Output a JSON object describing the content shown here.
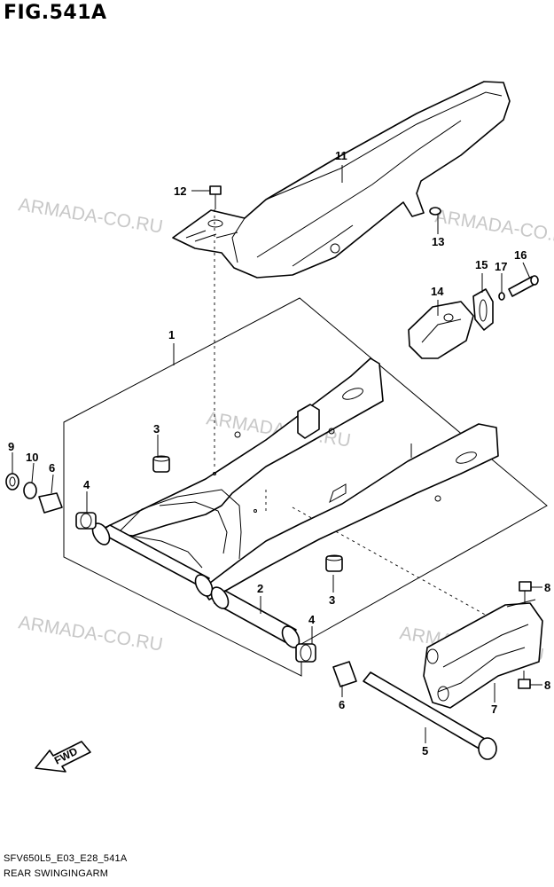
{
  "figure": {
    "title": "FIG.541A",
    "code": "SFV650L5_E03_E28_541A",
    "name": "REAR SWINGINGARM"
  },
  "watermark": "ARMADA-CO.RU",
  "fwd_label": "FWD",
  "callouts": {
    "p1": "1",
    "p2": "2",
    "p3a": "3",
    "p3b": "3",
    "p4a": "4",
    "p4b": "4",
    "p5": "5",
    "p6a": "6",
    "p6b": "6",
    "p7": "7",
    "p8a": "8",
    "p8b": "8",
    "p9": "9",
    "p10": "10",
    "p11": "11",
    "p12": "12",
    "p13": "13",
    "p14": "14",
    "p15": "15",
    "p16": "16",
    "p17": "17"
  }
}
